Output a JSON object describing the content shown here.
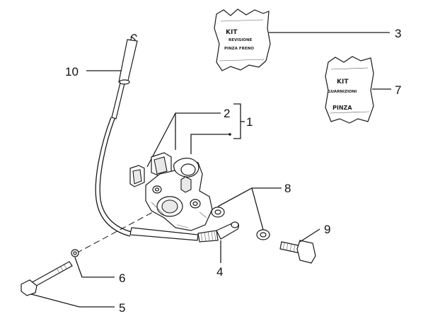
{
  "callouts": {
    "c1": "1",
    "c2": "2",
    "c3": "3",
    "c4": "4",
    "c5": "5",
    "c6": "6",
    "c7": "7",
    "c8": "8",
    "c9": "9",
    "c10": "10"
  },
  "kit_revisione": {
    "line1": "KIT",
    "line2": "REVISIONE",
    "line3": "PINZA FRENO"
  },
  "kit_guarnizioni": {
    "line1": "KIT",
    "line2": "GUARNIZIONI",
    "line3": "PINZA"
  }
}
